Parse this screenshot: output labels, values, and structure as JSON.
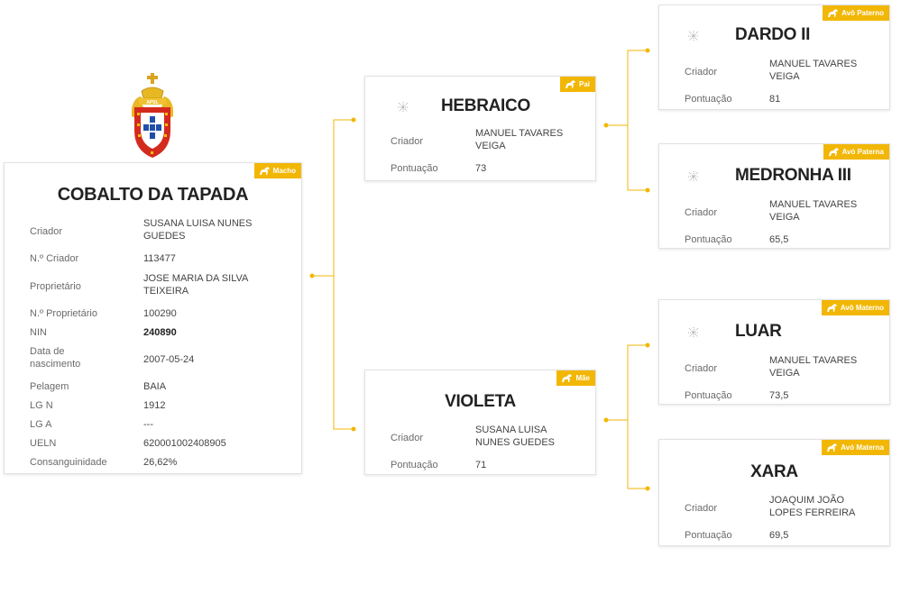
{
  "colors": {
    "accent": "#f2b705",
    "line": "#f2b705",
    "border": "#e2e2e2"
  },
  "emblem": {
    "text": "APSL"
  },
  "main": {
    "badge": "Macho",
    "name": "COBALTO DA TAPADA",
    "fields": [
      {
        "label": "Criador",
        "value": "SUSANA LUISA NUNES GUEDES"
      },
      {
        "label": "N.º Criador",
        "value": "113477"
      },
      {
        "label": "Proprietário",
        "value": "JOSE MARIA DA SILVA TEIXEIRA"
      },
      {
        "label": "N.º Proprietário",
        "value": "100290"
      },
      {
        "label": "NIN",
        "value": "240890"
      },
      {
        "label": "Data de nascimento",
        "value": "2007-05-24"
      },
      {
        "label": "Pelagem",
        "value": "BAIA"
      },
      {
        "label": "LG N",
        "value": "1912"
      },
      {
        "label": "LG A",
        "value": "---"
      },
      {
        "label": "UELN",
        "value": "620001002408905"
      },
      {
        "label": "Consanguinidade",
        "value": "26,62%"
      }
    ]
  },
  "father": {
    "badge": "Pai",
    "name": "HEBRAICO",
    "breeder_label": "Criador",
    "breeder": "MANUEL TAVARES VEIGA",
    "score_label": "Pontuação",
    "score": "73"
  },
  "mother": {
    "badge": "Mãe",
    "name": "VIOLETA",
    "breeder_label": "Criador",
    "breeder": "SUSANA LUISA NUNES GUEDES",
    "score_label": "Pontuação",
    "score": "71"
  },
  "paternal_grandfather": {
    "badge": "Avô Paterno",
    "name": "DARDO II",
    "breeder_label": "Criador",
    "breeder": "MANUEL TAVARES VEIGA",
    "score_label": "Pontuação",
    "score": "81"
  },
  "paternal_grandmother": {
    "badge": "Avó Paterna",
    "name": "MEDRONHA III",
    "breeder_label": "Criador",
    "breeder": "MANUEL TAVARES VEIGA",
    "score_label": "Pontuação",
    "score": "65,5"
  },
  "maternal_grandfather": {
    "badge": "Avô Materno",
    "name": "LUAR",
    "breeder_label": "Criador",
    "breeder": "MANUEL TAVARES VEIGA",
    "score_label": "Pontuação",
    "score": "73,5"
  },
  "maternal_grandmother": {
    "badge": "Avó Materna",
    "name": "XARA",
    "breeder_label": "Criador",
    "breeder": "JOAQUIM JOÃO LOPES FERREIRA",
    "score_label": "Pontuação",
    "score": "69,5"
  }
}
